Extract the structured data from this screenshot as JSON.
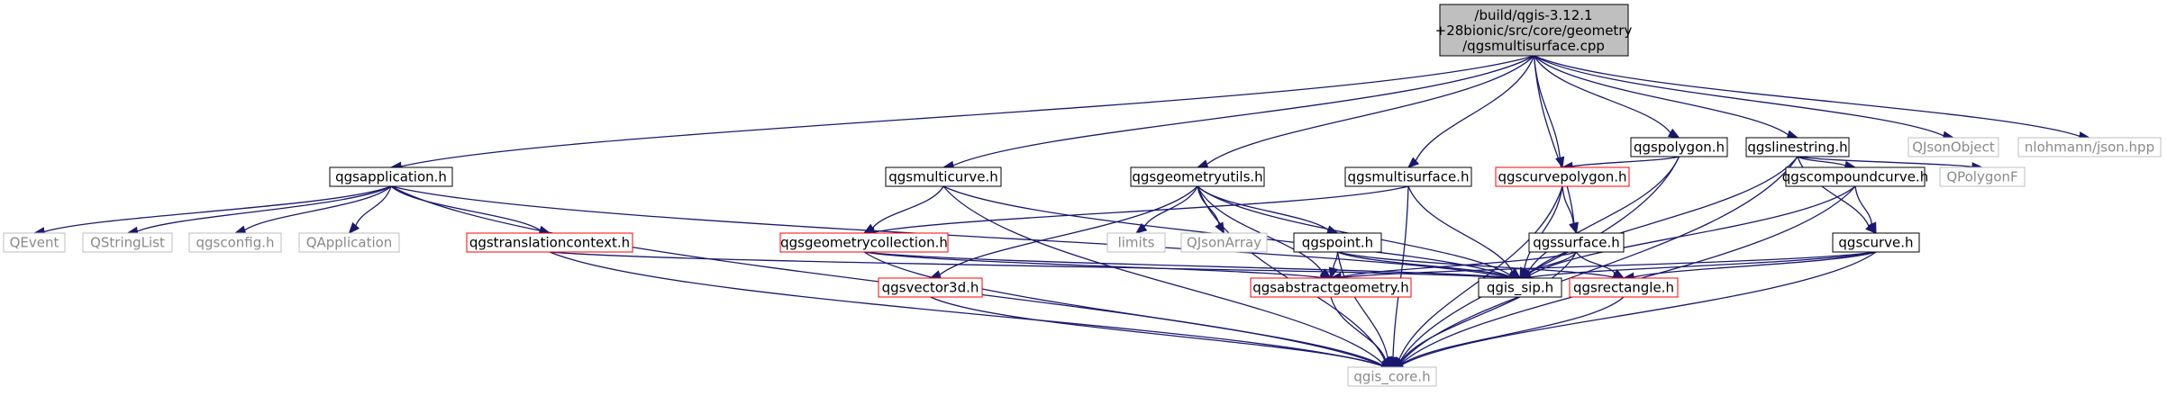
{
  "root": {
    "lines": [
      "/build/qgis-3.12.1",
      "+28bionic/src/core/geometry",
      "/qgsmultisurface.cpp"
    ]
  },
  "nodes": [
    {
      "id": "qgsapplication",
      "label": "qgsapplication.h",
      "style": "black"
    },
    {
      "id": "qgsmulticurve",
      "label": "qgsmulticurve.h",
      "style": "black"
    },
    {
      "id": "qgsgeometryutils",
      "label": "qgsgeometryutils.h",
      "style": "black"
    },
    {
      "id": "qgsmultisurface",
      "label": "qgsmultisurface.h",
      "style": "black"
    },
    {
      "id": "qgscurvepolygon",
      "label": "qgscurvepolygon.h",
      "style": "red"
    },
    {
      "id": "qgspolygon",
      "label": "qgspolygon.h",
      "style": "black"
    },
    {
      "id": "qgslinestring",
      "label": "qgslinestring.h",
      "style": "black"
    },
    {
      "id": "qjsonobject",
      "label": "QJsonObject",
      "style": "grey"
    },
    {
      "id": "nlohmann",
      "label": "nlohmann/json.hpp",
      "style": "grey"
    },
    {
      "id": "qevent",
      "label": "QEvent",
      "style": "grey"
    },
    {
      "id": "qstringlist",
      "label": "QStringList",
      "style": "grey"
    },
    {
      "id": "qgsconfig",
      "label": "qgsconfig.h",
      "style": "grey"
    },
    {
      "id": "qapplication",
      "label": "QApplication",
      "style": "grey"
    },
    {
      "id": "qgstranslationcontext",
      "label": "qgstranslationcontext.h",
      "style": "red"
    },
    {
      "id": "qgsgeometrycollection",
      "label": "qgsgeometrycollection.h",
      "style": "red"
    },
    {
      "id": "limits",
      "label": "limits",
      "style": "grey"
    },
    {
      "id": "qjsonarray",
      "label": "QJsonArray",
      "style": "grey"
    },
    {
      "id": "qgspoint",
      "label": "qgspoint.h",
      "style": "black"
    },
    {
      "id": "qgssurface",
      "label": "qgssurface.h",
      "style": "black"
    },
    {
      "id": "qgscompoundcurve",
      "label": "qgscompoundcurve.h",
      "style": "black"
    },
    {
      "id": "qpolygonf",
      "label": "QPolygonF",
      "style": "grey"
    },
    {
      "id": "qgscurve",
      "label": "qgscurve.h",
      "style": "black"
    },
    {
      "id": "qgsvector3d",
      "label": "qgsvector3d.h",
      "style": "red"
    },
    {
      "id": "qgsabstractgeometry",
      "label": "qgsabstractgeometry.h",
      "style": "red"
    },
    {
      "id": "qgis_sip",
      "label": "qgis_sip.h",
      "style": "black"
    },
    {
      "id": "qgsrectangle",
      "label": "qgsrectangle.h",
      "style": "red"
    },
    {
      "id": "qgis_core",
      "label": "qgis_core.h",
      "style": "grey"
    }
  ],
  "edges": [
    [
      "root",
      "qgsapplication"
    ],
    [
      "root",
      "qgsmulticurve"
    ],
    [
      "root",
      "qgsgeometryutils"
    ],
    [
      "root",
      "qgsmultisurface"
    ],
    [
      "root",
      "qgscurvepolygon"
    ],
    [
      "root",
      "qgssurface"
    ],
    [
      "root",
      "qgspolygon"
    ],
    [
      "root",
      "qgslinestring"
    ],
    [
      "root",
      "qjsonobject"
    ],
    [
      "root",
      "nlohmann"
    ],
    [
      "qgsapplication",
      "qevent"
    ],
    [
      "qgsapplication",
      "qstringlist"
    ],
    [
      "qgsapplication",
      "qgsconfig"
    ],
    [
      "qgsapplication",
      "qapplication"
    ],
    [
      "qgsapplication",
      "qgstranslationcontext"
    ],
    [
      "qgsapplication",
      "qgis_sip"
    ],
    [
      "qgsapplication",
      "qgis_core"
    ],
    [
      "qgstranslationcontext",
      "qgis_sip"
    ],
    [
      "qgstranslationcontext",
      "qgis_core"
    ],
    [
      "qgsmulticurve",
      "qgsgeometrycollection"
    ],
    [
      "qgsmulticurve",
      "qgis_sip"
    ],
    [
      "qgsmulticurve",
      "qgis_core"
    ],
    [
      "qgsgeometryutils",
      "limits"
    ],
    [
      "qgsgeometryutils",
      "qjsonarray"
    ],
    [
      "qgsgeometryutils",
      "qgspoint"
    ],
    [
      "qgsgeometryutils",
      "qgsvector3d"
    ],
    [
      "qgsgeometryutils",
      "qgsabstractgeometry"
    ],
    [
      "qgsgeometryutils",
      "qgis_sip"
    ],
    [
      "qgsgeometryutils",
      "qgis_core"
    ],
    [
      "qgsmultisurface",
      "qgsgeometrycollection"
    ],
    [
      "qgsmultisurface",
      "qgis_sip"
    ],
    [
      "qgsmultisurface",
      "qgis_core"
    ],
    [
      "qgsgeometrycollection",
      "qgsabstractgeometry"
    ],
    [
      "qgsgeometrycollection",
      "qgis_sip"
    ],
    [
      "qgsgeometrycollection",
      "qgis_core"
    ],
    [
      "qgspoint",
      "qgsabstractgeometry"
    ],
    [
      "qgspoint",
      "qgis_sip"
    ],
    [
      "qgspoint",
      "qgsrectangle"
    ],
    [
      "qgspoint",
      "qgis_core"
    ],
    [
      "qgscurvepolygon",
      "qgssurface"
    ],
    [
      "qgscurvepolygon",
      "qgis_sip"
    ],
    [
      "qgscurvepolygon",
      "qgis_core"
    ],
    [
      "qgspolygon",
      "qgscurvepolygon"
    ],
    [
      "qgspolygon",
      "qgis_sip"
    ],
    [
      "qgspolygon",
      "qgis_core"
    ],
    [
      "qgssurface",
      "qgsabstractgeometry"
    ],
    [
      "qgssurface",
      "qgis_sip"
    ],
    [
      "qgssurface",
      "qgsrectangle"
    ],
    [
      "qgssurface",
      "qgis_core"
    ],
    [
      "qgslinestring",
      "qgscompoundcurve"
    ],
    [
      "qgslinestring",
      "qgscurve"
    ],
    [
      "qgslinestring",
      "qpolygonf"
    ],
    [
      "qgslinestring",
      "qgis_sip"
    ],
    [
      "qgslinestring",
      "qgis_core"
    ],
    [
      "qgscompoundcurve",
      "qgscurve"
    ],
    [
      "qgscompoundcurve",
      "qgis_sip"
    ],
    [
      "qgscompoundcurve",
      "qgis_core"
    ],
    [
      "qgscurve",
      "qgsabstractgeometry"
    ],
    [
      "qgscurve",
      "qgis_sip"
    ],
    [
      "qgscurve",
      "qgsrectangle"
    ],
    [
      "qgscurve",
      "qgis_core"
    ],
    [
      "qgsvector3d",
      "qgis_core"
    ],
    [
      "qgsabstractgeometry",
      "qgis_core"
    ],
    [
      "qgsrectangle",
      "qgis_core"
    ]
  ],
  "colors": {
    "edge": "#191970",
    "border_black": "#000000",
    "border_red": "#ff0000",
    "border_grey": "#bfbfbf",
    "root_fill": "#bfbfbf",
    "node_fill": "#ffffff",
    "grey_text": "#8a8a8a"
  }
}
